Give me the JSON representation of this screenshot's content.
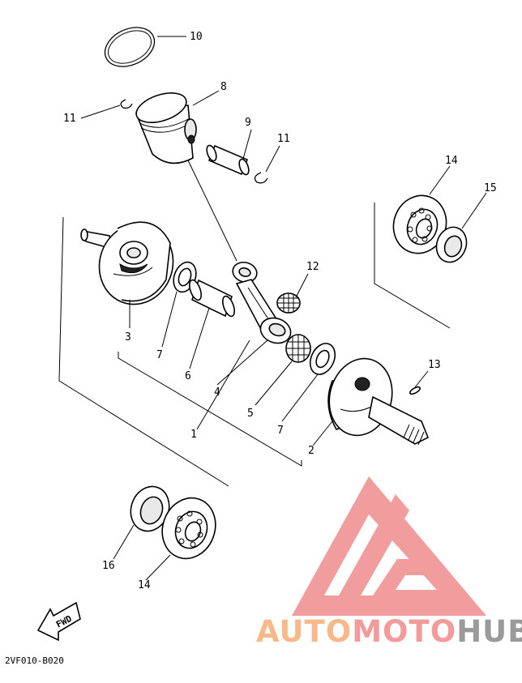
{
  "diagram": {
    "part_numbers": [
      "10",
      "8",
      "11",
      "9",
      "11",
      "14",
      "15",
      "12",
      "3",
      "7",
      "6",
      "4",
      "5",
      "7",
      "1",
      "13",
      "2",
      "16",
      "14"
    ],
    "fwd_label": "FWD",
    "drawing_code": "2VF010-B020"
  },
  "watermark": {
    "part1": "AUTO",
    "part2": "MOTO",
    "part3": "HUB",
    "color_orange": "#f7b98a",
    "color_salmon": "#f49a9a",
    "color_grey": "#9a9a9a",
    "logo_color": "#f08c8c"
  }
}
